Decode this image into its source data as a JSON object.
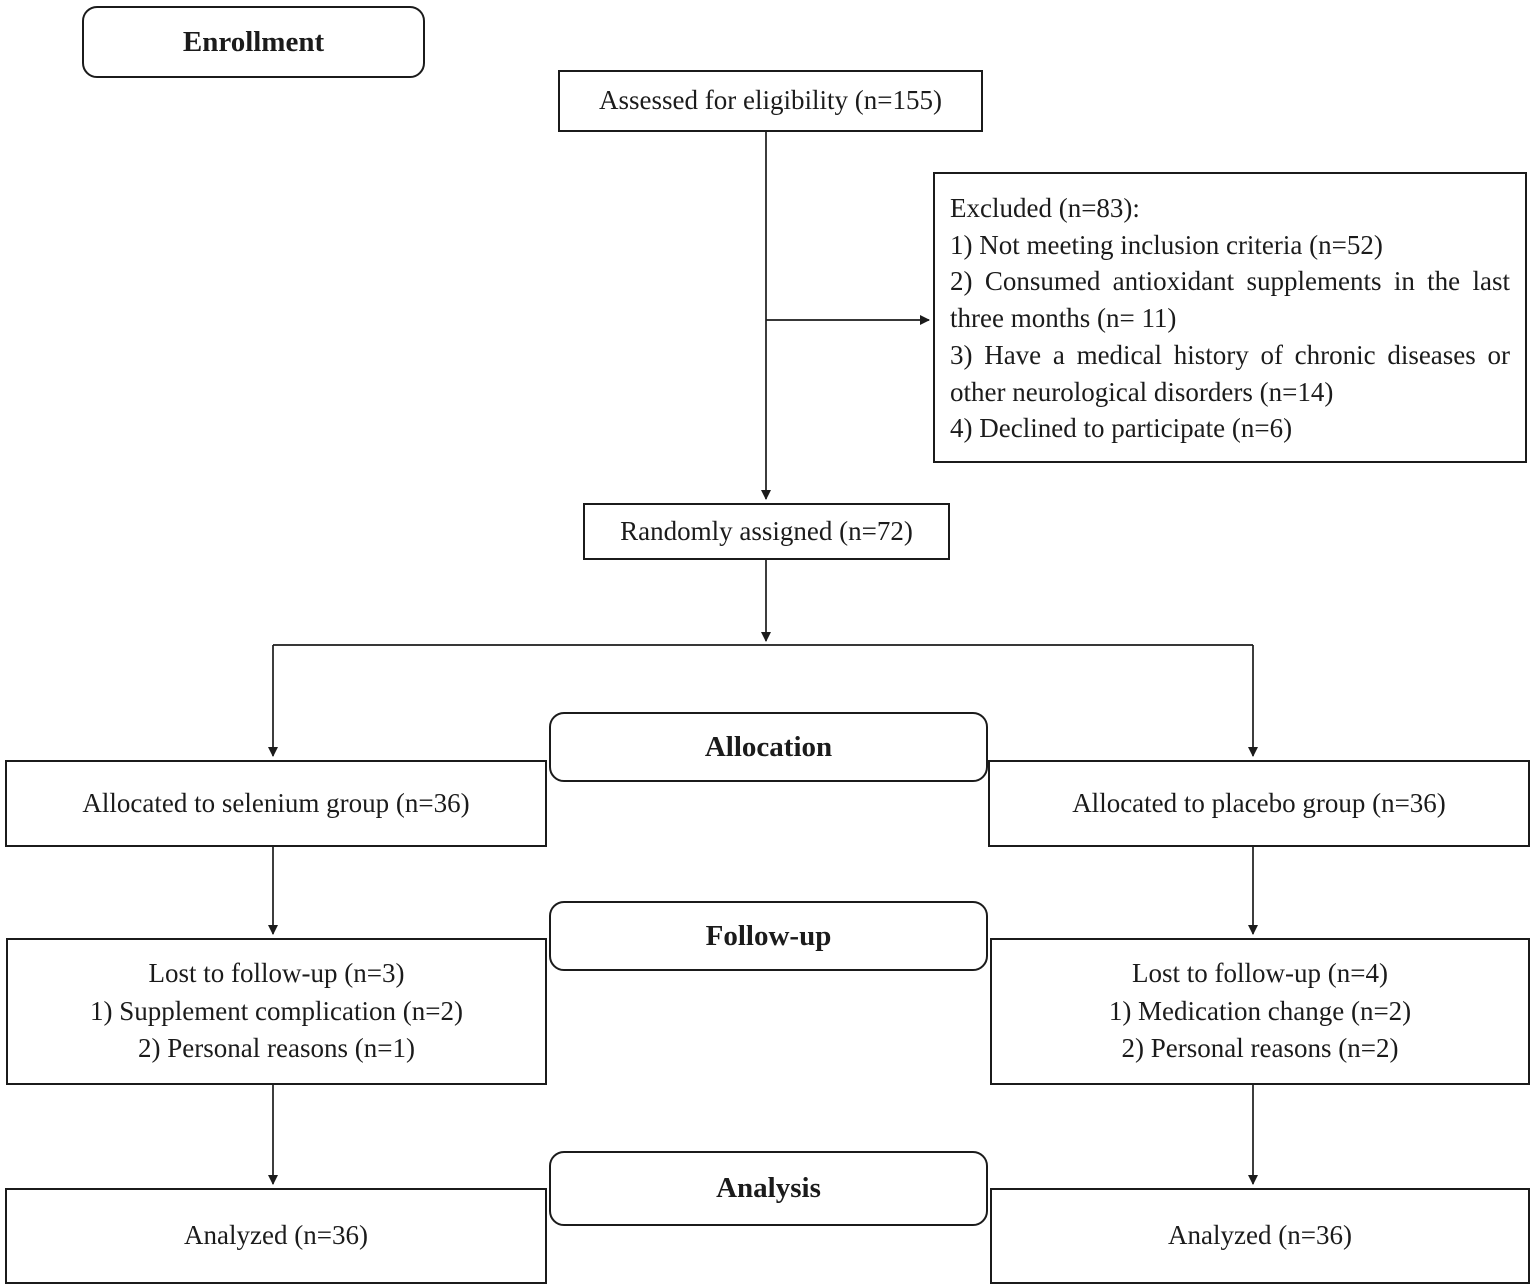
{
  "colors": {
    "line": "#1b1b1b",
    "box_bg": "#ffffff",
    "text": "#1b1b1b",
    "page_bg": "#ffffff"
  },
  "diagram": {
    "stages": {
      "enrollment": "Enrollment",
      "allocation": "Allocation",
      "followup": "Follow-up",
      "analysis": "Analysis"
    },
    "assessed": {
      "label": "Assessed for eligibility (n=155)"
    },
    "excluded": {
      "title": "Excluded (n=83):",
      "items": [
        "1) Not meeting inclusion criteria (n=52)",
        "2) Consumed antioxidant supplements in the last three months (n= 11)",
        "3) Have a medical history of chronic diseases or other neurological disorders (n=14)",
        "4) Declined to participate (n=6)"
      ]
    },
    "randomized": {
      "label": "Randomly assigned (n=72)"
    },
    "allocation_left": {
      "label": "Allocated to selenium group (n=36)"
    },
    "allocation_right": {
      "label": "Allocated to placebo group (n=36)"
    },
    "lost_left": {
      "title": "Lost to follow-up (n=3)",
      "items": [
        "1) Supplement complication (n=2)",
        "2) Personal reasons (n=1)"
      ]
    },
    "lost_right": {
      "title": "Lost to follow-up (n=4)",
      "items": [
        "1) Medication change (n=2)",
        "2) Personal reasons (n=2)"
      ]
    },
    "analyzed_left": {
      "label": "Analyzed (n=36)"
    },
    "analyzed_right": {
      "label": "Analyzed (n=36)"
    }
  }
}
